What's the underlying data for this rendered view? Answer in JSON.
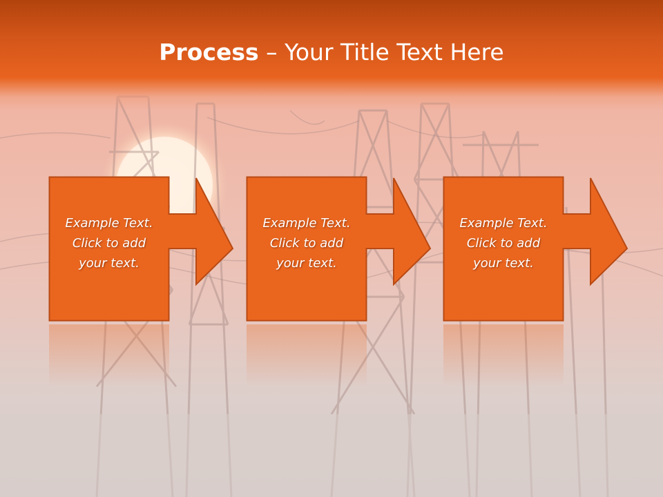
{
  "slide": {
    "title_bold": "Process",
    "title_dash": " – ",
    "title_rest": "Your Title Text Here"
  },
  "steps": [
    {
      "lines": [
        "Example Text.",
        "Click  to add",
        "your text."
      ]
    },
    {
      "lines": [
        "Example Text.",
        "Click  to add",
        "your text."
      ]
    },
    {
      "lines": [
        "Example Text.",
        "Click  to add",
        "your text."
      ]
    }
  ],
  "colors": {
    "header": "#e8631f",
    "box_fill": "#ea661f",
    "box_border": "#b84a14",
    "text": "#ffffff"
  }
}
